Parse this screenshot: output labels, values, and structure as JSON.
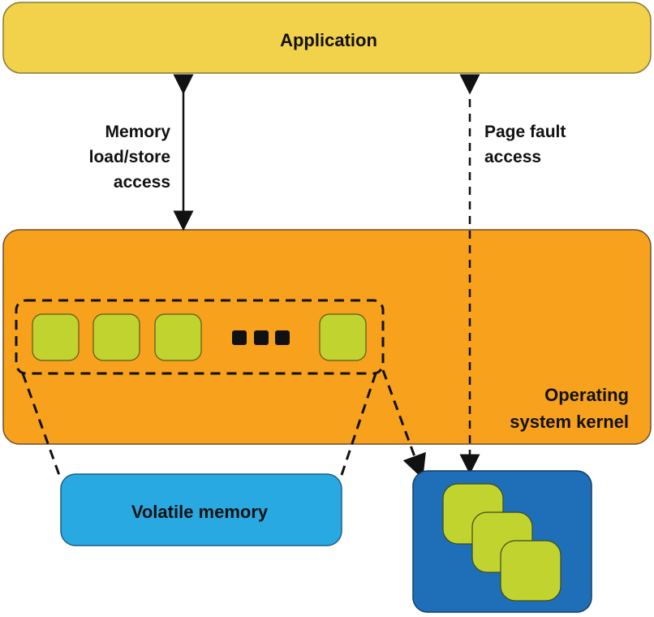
{
  "application": {
    "label": "Application",
    "color": "#f2d24a"
  },
  "kernel": {
    "label_line1": "Operating",
    "label_line2": "system kernel",
    "color": "#f7a11c"
  },
  "memory_arrow": {
    "line1": "Memory",
    "line2": "load/store",
    "line3": "access"
  },
  "pagefault_arrow": {
    "line1": "Page fault",
    "line2": "access"
  },
  "volatile_memory": {
    "label": "Volatile memory",
    "color": "#29a9e1"
  },
  "storage": {
    "color": "#1f6fb8"
  },
  "page_color": "#c1d32f",
  "ellipsis_glyph": "■■■"
}
